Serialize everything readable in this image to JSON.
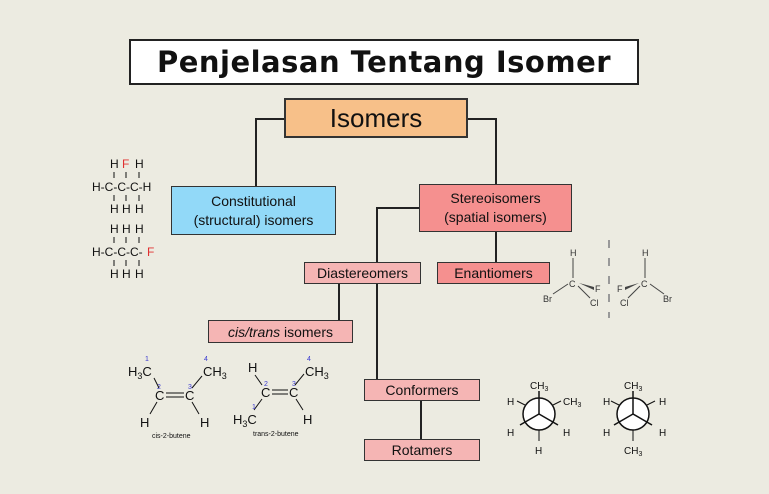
{
  "title": "Penjelasan Tentang Isomer",
  "nodes": {
    "isomers": "Isomers",
    "constitutional_line1": "Constitutional",
    "constitutional_line2": "(structural) isomers",
    "stereoisomers_line1": "Stereoisomers",
    "stereoisomers_line2": "(spatial isomers)",
    "diastereomers": "Diastereomers",
    "enantiomers": "Enantiomers",
    "cis_trans_italic": "cis/trans",
    "cis_trans_rest": " isomers",
    "conformers": "Conformers",
    "rotamers": "Rotamers"
  },
  "molecule_labels": {
    "cis": "cis-2-butene",
    "trans": "trans-2-butene"
  },
  "colors": {
    "isomers": "#f7c089",
    "constitutional": "#92d9f8",
    "stereoisomers": "#f5908f",
    "light_red": "#f5b5b4",
    "fluorine": "#e03030",
    "carbon_number": "#3a3ad0"
  }
}
